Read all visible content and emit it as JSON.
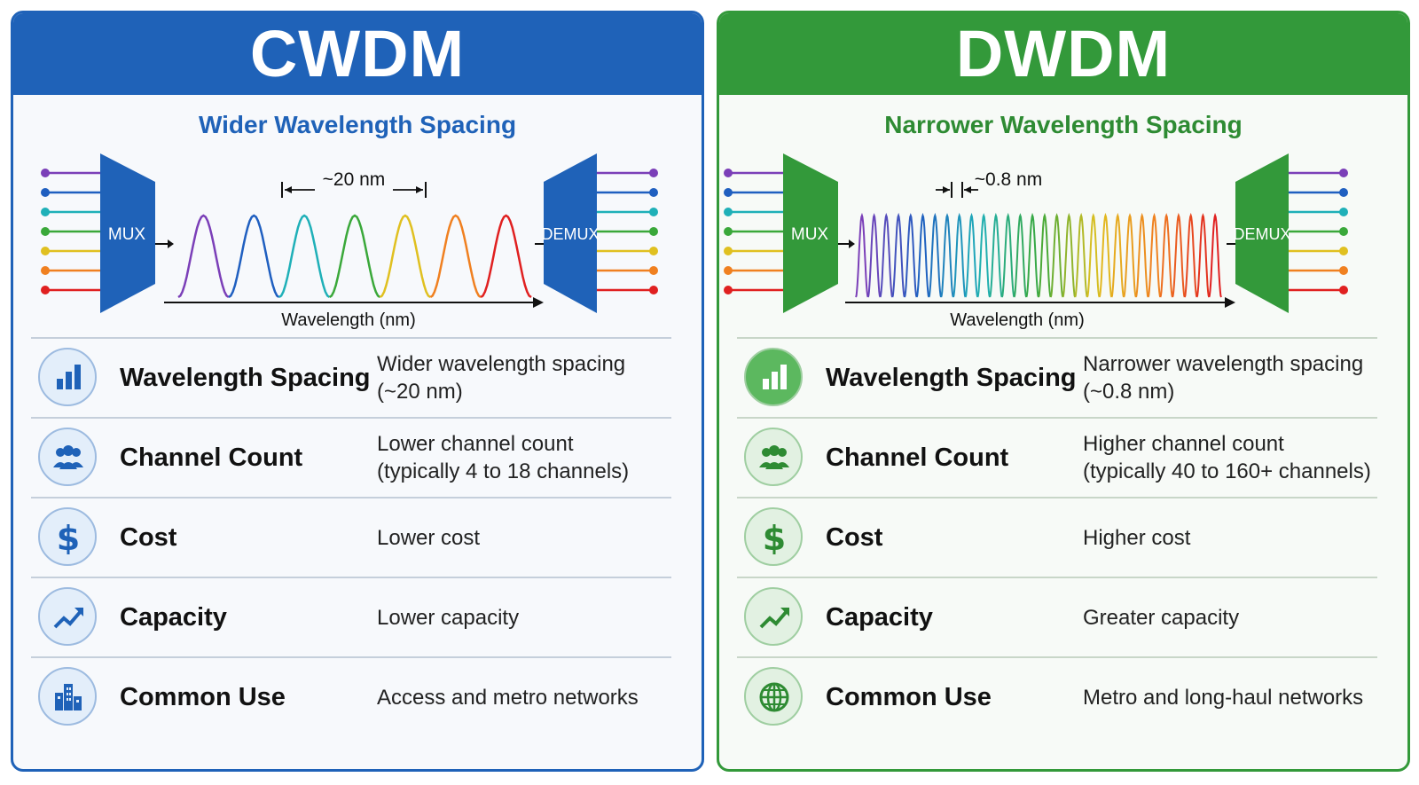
{
  "panels": [
    {
      "id": "cwdm",
      "title": "CWDM",
      "subtitle": "Wider Wavelength Spacing",
      "accent_color": "#1f62b8",
      "diagram": {
        "mux_label": "MUX",
        "demux_label": "DEMUX",
        "spacing_label": "~20 nm",
        "axis_label": "Wavelength (nm)",
        "peak_count": 7
      },
      "rows": [
        {
          "icon": "bar-chart-icon",
          "label": "Wavelength Spacing",
          "value_line1": "Wider wavelength spacing",
          "value_line2": "(~20 nm)"
        },
        {
          "icon": "people-icon",
          "label": "Channel Count",
          "value_line1": "Lower channel count",
          "value_line2": "(typically 4 to 18 channels)"
        },
        {
          "icon": "dollar-icon",
          "label": "Cost",
          "value_line1": "Lower cost",
          "value_line2": ""
        },
        {
          "icon": "trend-up-icon",
          "label": "Capacity",
          "value_line1": "Lower capacity",
          "value_line2": ""
        },
        {
          "icon": "buildings-icon",
          "label": "Common Use",
          "value_line1": "Access and metro networks",
          "value_line2": ""
        }
      ]
    },
    {
      "id": "dwdm",
      "title": "DWDM",
      "subtitle": "Narrower Wavelength Spacing",
      "accent_color": "#33993a",
      "diagram": {
        "mux_label": "MUX",
        "demux_label": "DEMUX",
        "spacing_label": "~0.8 nm",
        "axis_label": "Wavelength (nm)",
        "peak_count": 30
      },
      "rows": [
        {
          "icon": "bar-chart-icon",
          "label": "Wavelength Spacing",
          "value_line1": "Narrower wavelength spacing",
          "value_line2": "(~0.8 nm)"
        },
        {
          "icon": "people-icon",
          "label": "Channel Count",
          "value_line1": "Higher channel count",
          "value_line2": "(typically 40 to 160+ channels)"
        },
        {
          "icon": "dollar-icon",
          "label": "Cost",
          "value_line1": "Higher cost",
          "value_line2": ""
        },
        {
          "icon": "trend-up-icon",
          "label": "Capacity",
          "value_line1": "Greater capacity",
          "value_line2": ""
        },
        {
          "icon": "globe-icon",
          "label": "Common Use",
          "value_line1": "Metro and long-haul networks",
          "value_line2": ""
        }
      ]
    }
  ],
  "channel_colors": [
    "#7b3fb8",
    "#1f5fc0",
    "#1fb0b8",
    "#3aa83a",
    "#e0c020",
    "#f08020",
    "#e02020"
  ]
}
